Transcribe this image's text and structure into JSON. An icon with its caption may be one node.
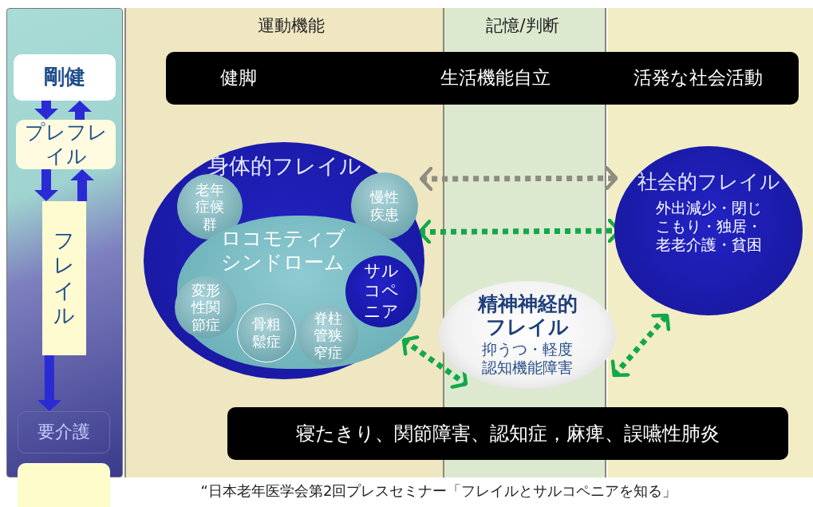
{
  "diagram": {
    "caption": "“日本老年医学会第2回プレスセミナー「フレイルとサルコペニアを知る」",
    "nodes": [
      {
        "text": [
          "剛健"
        ]
      },
      {
        "text": [
          "プレフレイル"
        ]
      },
      {
        "text": [
          "フレイル"
        ]
      },
      {
        "text": [
          "要介護"
        ]
      },
      {
        "text": [],
        "shape": "box"
      },
      {
        "text": [
          "健脚",
          "生活機能自立",
          "活発な社会活動"
        ]
      },
      {
        "text": [
          "身体的フレイル"
        ]
      },
      {
        "text": [
          "老年症候群"
        ],
        "in": 6
      },
      {
        "text": [
          "慢性疾患"
        ],
        "in": 6
      },
      {
        "text": [
          "ロコモティブシンドローム"
        ],
        "in": 6
      },
      {
        "text": [
          "変形性関節症"
        ],
        "in": 9
      },
      {
        "text": [
          "骨粗鬆症"
        ],
        "in": 9
      },
      {
        "text": [
          "脊柱管狭窄症"
        ],
        "in": 9
      },
      {
        "text": [
          "サルコペニア"
        ],
        "in": 9
      },
      {
        "text": [
          "社会的フレイル",
          "外出減少・閉じこもり・独居・老老介護・貧困"
        ]
      },
      {
        "text": [
          "精神神経的フレイル",
          "抑うつ・軽度認知機能障害"
        ]
      },
      {
        "text": [
          "寝たきり、関節障害、認知症，麻痺、誤嚥性肺炎"
        ]
      }
    ],
    "edges": [
      {
        "from": 0,
        "to": 1,
        "arrow": "to"
      },
      {
        "from": 1,
        "to": 0,
        "arrow": "to"
      },
      {
        "from": 1,
        "to": 2,
        "arrow": "to"
      },
      {
        "from": 2,
        "to": 1,
        "arrow": "to"
      },
      {
        "from": 2,
        "to": 3,
        "arrow": "to"
      },
      {
        "from": 6,
        "to": 14,
        "arrow": "both",
        "style": "dashed",
        "color": "#8c8c80"
      },
      {
        "from": 6,
        "to": 14,
        "arrow": "both",
        "style": "dashed",
        "color": "#12a84a"
      },
      {
        "from": 6,
        "to": 15,
        "arrow": "both",
        "style": "dashed",
        "color": "#12a84a"
      },
      {
        "from": 15,
        "to": 14,
        "arrow": "both",
        "style": "dashed",
        "color": "#12a84a"
      }
    ],
    "labels": [
      "運動機能",
      "記憶/判断"
    ]
  }
}
